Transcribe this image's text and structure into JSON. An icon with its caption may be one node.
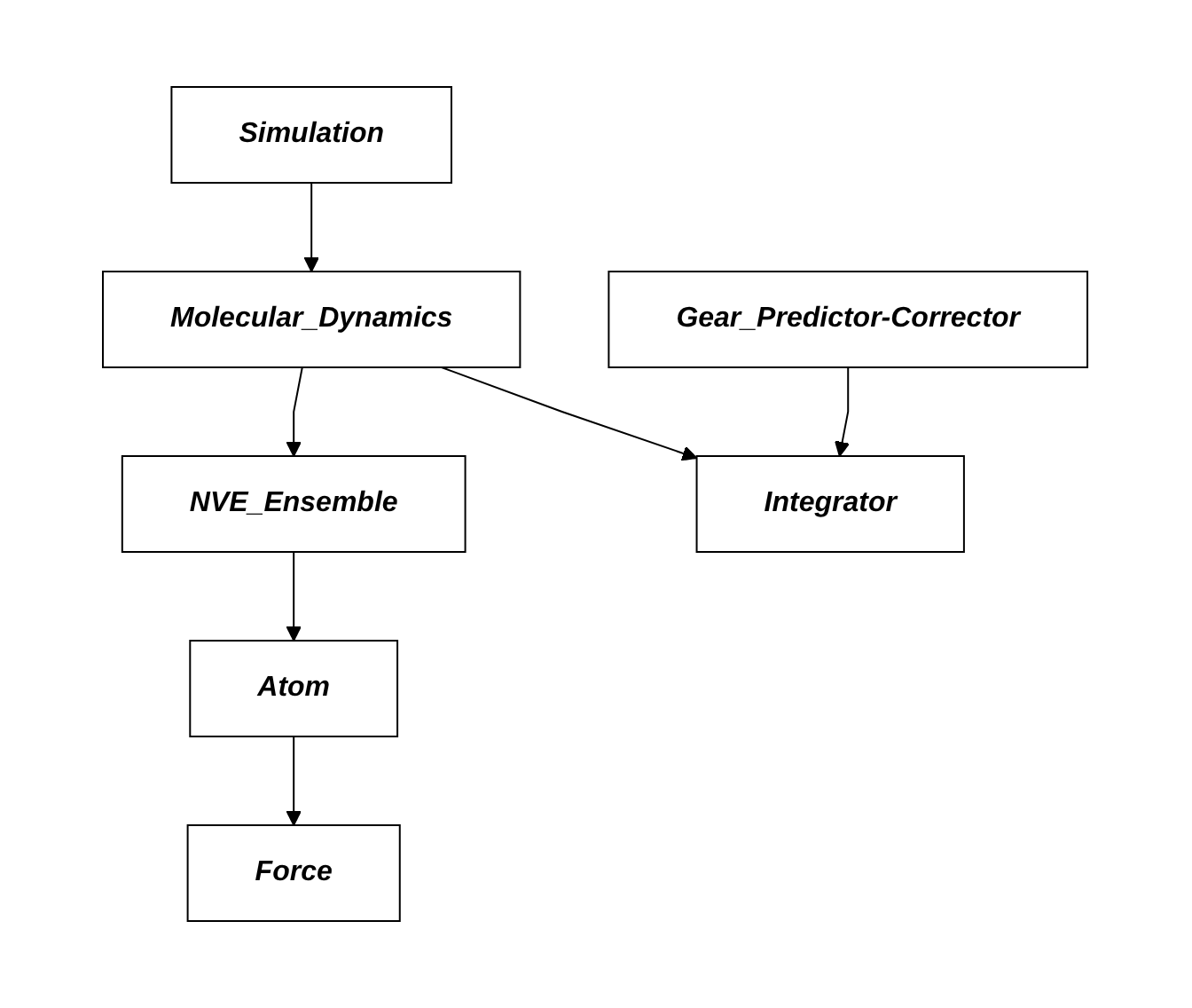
{
  "diagram": {
    "nodes": [
      {
        "text": [
          "Simulation"
        ]
      },
      {
        "text": [
          "Molecular_Dynamics"
        ]
      },
      {
        "text": [
          "NVE_Ensemble"
        ]
      },
      {
        "text": [
          "Integrator"
        ]
      },
      {
        "text": [
          "Atom"
        ]
      },
      {
        "text": [
          "Gear_Predictor-Corrector"
        ]
      },
      {
        "text": [
          "Force"
        ]
      }
    ],
    "edges": [
      {
        "from": 0,
        "to": 1,
        "arrow": "to"
      },
      {
        "from": 1,
        "to": 2,
        "arrow": "to"
      },
      {
        "from": 1,
        "to": 3,
        "arrow": "to"
      },
      {
        "from": 2,
        "to": 4,
        "arrow": "to"
      },
      {
        "from": 5,
        "to": 3,
        "arrow": "to"
      },
      {
        "from": 4,
        "to": 6,
        "arrow": "to"
      }
    ]
  }
}
